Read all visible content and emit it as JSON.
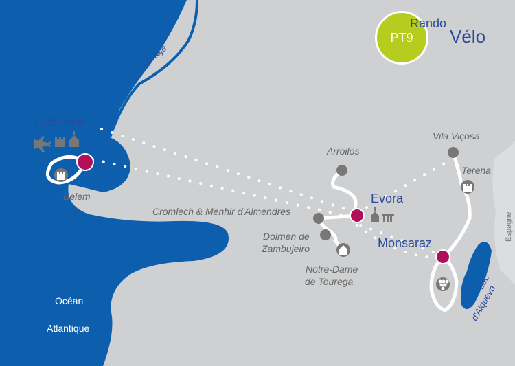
{
  "brand": {
    "rando": "Rando",
    "velo": "Vélo",
    "badge": "PT9"
  },
  "places": {
    "lisbonne": "Lisbonne",
    "belem": "Belem",
    "evora": "Evora",
    "monsaraz": "Monsaraz",
    "arroilos": "Arroilos",
    "vila_vicosa": "Vila Viçosa",
    "terena": "Terena",
    "cromlech": "Cromlech  &  Menhir d'Almendres",
    "dolmen_1": "Dolmen  de",
    "dolmen_2": "Zambujeiro",
    "notre_dame_1": "Notre-Dame",
    "notre_dame_2": "de Tourega"
  },
  "water": {
    "river": "Le Taje",
    "ocean_1": "Océan",
    "ocean_2": "Atlantique",
    "lake_1": "Lac",
    "lake_2": "d'Alqueva"
  },
  "country": "Espagne",
  "icons": [
    "plane-icon",
    "castle-icon",
    "church-icon",
    "grapes-icon",
    "ruins-icon"
  ],
  "colors": {
    "sea": "#0d5fae",
    "land": "#cfd0d2",
    "route_stop": "#b0105a",
    "badge": "#b6cc1e",
    "label_blue": "#2a4a9a"
  }
}
